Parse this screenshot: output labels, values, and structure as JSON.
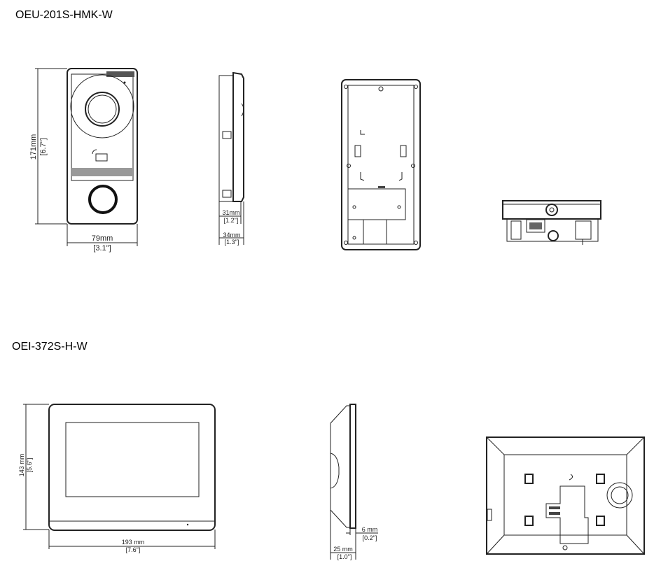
{
  "products": [
    {
      "model": "OEU-201S-HMK-W",
      "dimensions": {
        "height_mm": "171mm",
        "height_in": "[6.7\"]",
        "width_mm": "79mm",
        "width_in": "[3.1\"]",
        "depth1_mm": "31mm",
        "depth1_in": "[1.2\"]",
        "depth2_mm": "34mm",
        "depth2_in": "[1.3\"]"
      }
    },
    {
      "model": "OEI-372S-H-W",
      "dimensions": {
        "height_mm": "143 mm",
        "height_in": "[5.6\"]",
        "width_mm": "193 mm",
        "width_in": "[7.6\"]",
        "depth1_mm": "6 mm",
        "depth1_in": "[0.2\"]",
        "depth2_mm": "25 mm",
        "depth2_in": "[1.0\"]"
      }
    }
  ]
}
